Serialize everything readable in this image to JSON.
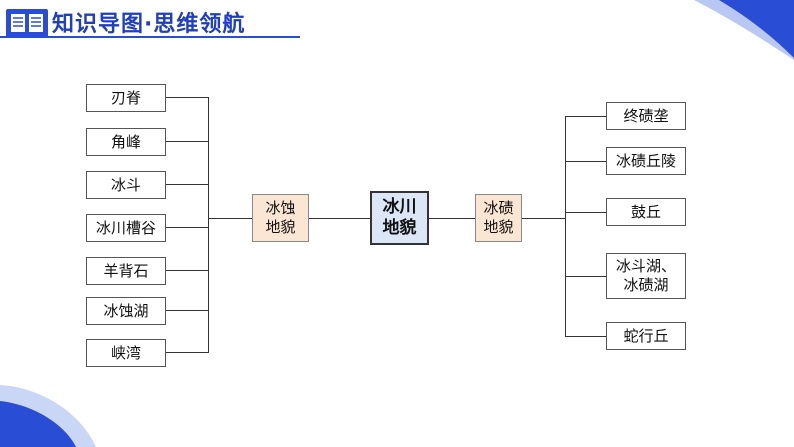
{
  "header": {
    "title": "知识导图·思维领航"
  },
  "diagram": {
    "center": {
      "line1": "冰川",
      "line2": "地貌"
    },
    "left_category": {
      "line1": "冰蚀",
      "line2": "地貌"
    },
    "right_category": {
      "line1": "冰碛",
      "line2": "地貌"
    },
    "left_items": [
      "刃脊",
      "角峰",
      "冰斗",
      "冰川槽谷",
      "羊背石",
      "冰蚀湖",
      "峡湾"
    ],
    "right_items": [
      {
        "line1": "终碛垄",
        "line2": ""
      },
      {
        "line1": "冰碛丘陵",
        "line2": ""
      },
      {
        "line1": "鼓丘",
        "line2": ""
      },
      {
        "line1": "冰斗湖、",
        "line2": "冰碛湖"
      },
      {
        "line1": "蛇行丘",
        "line2": ""
      }
    ]
  },
  "colors": {
    "header_blue": "#1f3fbf",
    "center_fill": "#dbe7f7",
    "category_fill": "#fbe6d3"
  }
}
